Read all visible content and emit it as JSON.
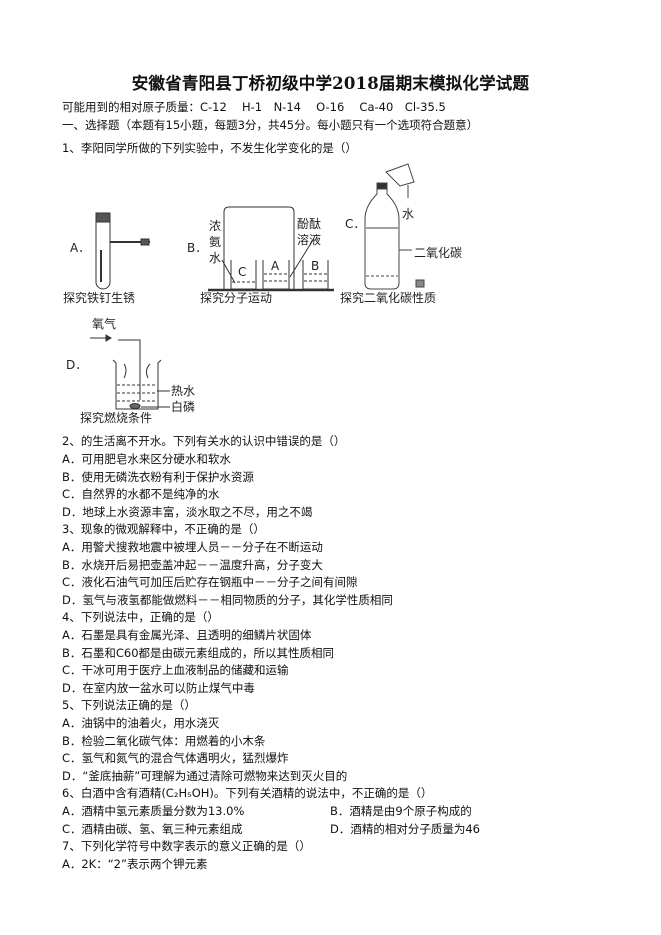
{
  "title": "安徽省青阳县丁桥初级中学2018届期末模拟化学试题",
  "atomic_masses": "可能用到的相对原子质量：C-12　 H-1　N-14　 O-16　 Ca-40　Cl-35.5",
  "section_header": "一、选择题（本题有15小题，每题3分，共45分。每小题只有一个选项符合题意）",
  "q1": {
    "stem": "1、李阳同学所做的下列实验中，不发生化学变化的是（）",
    "figA": {
      "letter": "A．",
      "caption": "探究铁钉生锈"
    },
    "figB": {
      "letter": "B．",
      "caption": "探究分子运动",
      "left_label": [
        "浓",
        "氨",
        "水"
      ],
      "right_label": [
        "酚酞",
        "溶液"
      ],
      "beakers": [
        "C",
        "A",
        "B"
      ]
    },
    "figC": {
      "letter": "C．",
      "caption": "探究二氧化碳性质",
      "water": "水",
      "gas": "二氧化碳"
    },
    "figD": {
      "letter": "D．",
      "caption": "探究燃烧条件",
      "gas": "氧气",
      "hot_water": "热水",
      "phosphorus": "白磷"
    }
  },
  "q2": {
    "stem": "2、的生活离不开水。下列有关水的认识中错误的是（）",
    "options": [
      "A．可用肥皂水来区分硬水和软水",
      "B．使用无磷洗衣粉有利于保护水资源",
      "C．自然界的水都不是纯净的水",
      "D．地球上水资源丰富，淡水取之不尽，用之不竭"
    ]
  },
  "q3": {
    "stem": "3、现象的微观解释中，不正确的是（）",
    "options": [
      "A．用警犬搜救地震中被埋人员－－分子在不断运动",
      "B．水烧开后易把壶盖冲起－－温度升高，分子变大",
      "C．液化石油气可加压后贮存在钢瓶中－－分子之间有间隙",
      "D．氢气与液氢都能做燃料－－相同物质的分子，其化学性质相同"
    ]
  },
  "q4": {
    "stem": "4、下列说法中，正确的是（）",
    "options": [
      "A．石墨是具有金属光泽、且透明的细鳞片状固体",
      "B．石墨和C60都是由碳元素组成的，所以其性质相同",
      "C．干冰可用于医疗上血液制品的储藏和运输",
      "D．在室内放一盆水可以防止煤气中毒"
    ]
  },
  "q5": {
    "stem": "5、下列说法正确的是（）",
    "options": [
      "A．油锅中的油着火，用水浇灭",
      "B．检验二氧化碳气体：用燃着的小木条",
      "C．氢气和氮气的混合气体遇明火，猛烈爆炸",
      "D．“釜底抽薪”可理解为通过清除可燃物来达到灭火目的"
    ]
  },
  "q6": {
    "stem": "6、白酒中含有酒精(C₂H₅OH)。下列有关酒精的说法中，不正确的是（）",
    "options": [
      "A．酒精中氢元素质量分数为13.0%",
      "B．酒精是由9个原子构成的",
      "C．酒精由碳、氢、氧三种元素组成",
      "D．酒精的相对分子质量为46"
    ]
  },
  "q7": {
    "stem": "7、下列化学符号中数字表示的意义正确的是（）",
    "options": [
      "A．2K：“2”表示两个钾元素"
    ]
  }
}
